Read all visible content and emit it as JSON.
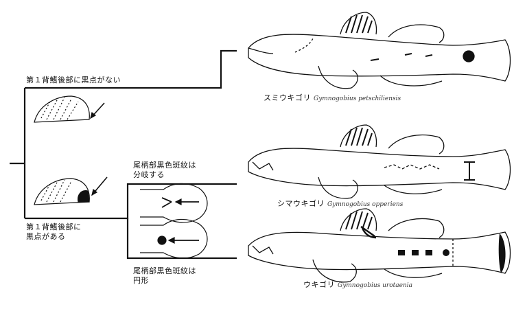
{
  "labels": {
    "fin_no_spot": "第１背鰭後部に黒点がない",
    "fin_spot_line1": "第１背鰭後部に",
    "fin_spot_line2": "黒点がある",
    "caudal_split_line1": "尾柄部黒色斑紋は",
    "caudal_split_line2": "分岐する",
    "caudal_round_line1": "尾柄部黒色斑紋は",
    "caudal_round_line2": "円形"
  },
  "species": [
    {
      "jp": "スミウキゴリ",
      "sci": "Gymnogobius petschiliensis"
    },
    {
      "jp": "シマウキゴリ",
      "sci": "Gymnogobius opperiens"
    },
    {
      "jp": "ウキゴリ",
      "sci": "Gymnogobius urotaenia"
    }
  ]
}
